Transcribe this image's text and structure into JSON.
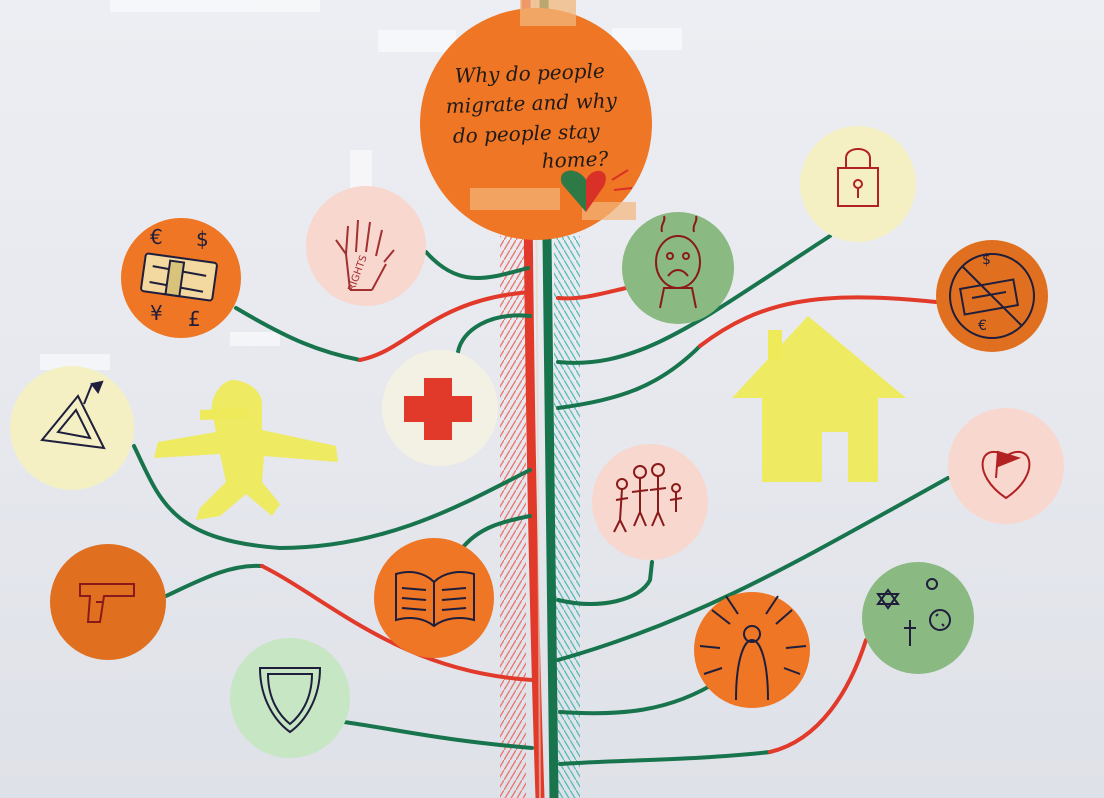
{
  "poster": {
    "title": "Why do people migrate and why do people stay home?",
    "title_lines": [
      "Why do people",
      "migrate and why",
      "do people stay",
      "home?"
    ],
    "rights_label": "RIGHTS"
  },
  "currency_symbols": [
    "€",
    "$",
    "¥",
    "£"
  ],
  "colors": {
    "paper": "#e6e8ee",
    "orange": "#ee7624",
    "dark_orange": "#e0701f",
    "cream": "#f4f0c4",
    "pink": "#f8d7cf",
    "green": "#8ab982",
    "mint": "#c6e6c4",
    "yellow": "#eeea5a",
    "red": "#e23a2a",
    "green_ink": "#17744c",
    "teal": "#3bb4ac",
    "ink": "#1f1e3c"
  },
  "icons": [
    "money-icon",
    "rights-hand-icon",
    "red-cross-icon",
    "tent-flag-icon",
    "airplane-icon",
    "gun-icon",
    "book-icon",
    "shield-icon",
    "sad-face-icon",
    "lock-icon",
    "no-money-icon",
    "house-icon",
    "family-icon",
    "heart-flag-icon",
    "pointing-hands-icon",
    "religion-symbols-icon"
  ]
}
